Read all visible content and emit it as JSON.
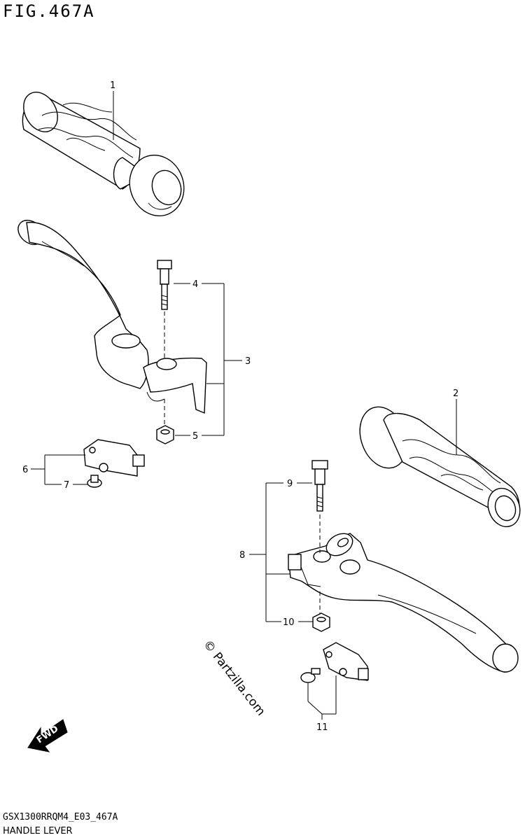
{
  "figure": {
    "title": "FIG.467A",
    "code": "GSX1300RRQM4_E03_467A",
    "name": "HANDLE LEVER"
  },
  "watermark": "© Partzilla.com",
  "direction_label": "FWD",
  "callouts": [
    "1",
    "2",
    "3",
    "4",
    "5",
    "6",
    "7",
    "8",
    "9",
    "10",
    "11"
  ]
}
